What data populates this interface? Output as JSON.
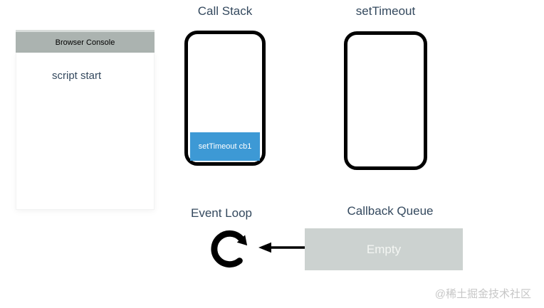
{
  "watermark": "@稀土掘金技术社区",
  "browser_console": {
    "title": "Browser Console",
    "logs": [
      "script start"
    ]
  },
  "call_stack": {
    "title": "Call Stack",
    "frames": [
      {
        "label": "setTimeout cb1",
        "color": "#3d99d5"
      }
    ]
  },
  "web_api": {
    "title": "setTimeout",
    "items": []
  },
  "event_loop": {
    "title": "Event Loop",
    "icon": "clockwise-loop-arrow-icon"
  },
  "callback_queue": {
    "title": "Callback Queue",
    "content": "Empty",
    "box_color": "#ccd2d0"
  },
  "colors": {
    "title_text": "#34495e",
    "frame_blue": "#3d99d5",
    "queue_gray": "#ccd2d0",
    "console_header_gray": "#abb3b0",
    "icon_black": "#000000",
    "watermark_gray": "#c6c6c6"
  }
}
